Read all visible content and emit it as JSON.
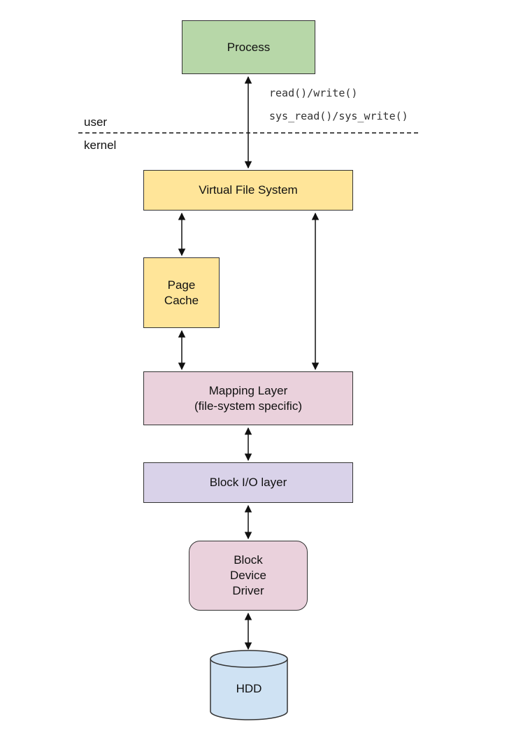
{
  "colors": {
    "process": "#b7d7a8",
    "vfs": "#ffe599",
    "page_cache": "#ffe599",
    "mapping_layer": "#ead1dc",
    "block_io": "#d9d2e9",
    "block_driver": "#ead1dc",
    "hdd": "#cfe2f3",
    "line": "#111111"
  },
  "boundary": {
    "user": "user",
    "kernel": "kernel"
  },
  "calls": {
    "user_call": "read()/write()",
    "syscall": "sys_read()/sys_write()"
  },
  "nodes": {
    "process": "Process",
    "vfs": "Virtual File System",
    "page_cache": "Page\nCache",
    "mapping_layer": "Mapping Layer\n(file-system specific)",
    "block_io": "Block I/O layer",
    "block_driver": "Block\nDevice\nDriver",
    "hdd": "HDD"
  }
}
